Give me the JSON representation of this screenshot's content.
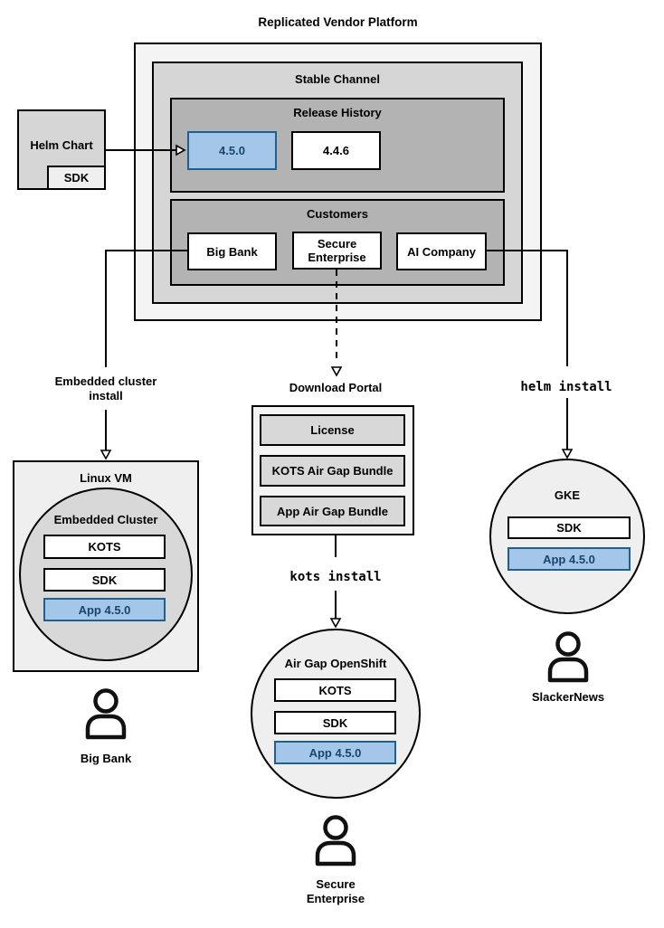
{
  "title": "Replicated Vendor Platform",
  "platform": {
    "stable_channel": {
      "label": "Stable Channel",
      "release_history": {
        "label": "Release History",
        "releases": [
          "4.5.0",
          "4.4.6"
        ]
      },
      "customers": {
        "label": "Customers",
        "items": [
          "Big Bank",
          "Secure Enterprise",
          "AI Company"
        ]
      }
    }
  },
  "helm_chart": {
    "label": "Helm Chart",
    "sdk": "SDK"
  },
  "installs": {
    "embedded": "Embedded cluster install",
    "kots": "kots install",
    "helm": "helm install"
  },
  "download_portal": {
    "label": "Download Portal",
    "items": [
      "License",
      "KOTS Air Gap Bundle",
      "App Air Gap Bundle"
    ]
  },
  "linux_vm": {
    "label": "Linux VM",
    "embedded_cluster": {
      "label": "Embedded Cluster",
      "kots": "KOTS",
      "sdk": "SDK",
      "app": "App 4.5.0"
    }
  },
  "air_gap_openshift": {
    "label": "Air Gap OpenShift",
    "kots": "KOTS",
    "sdk": "SDK",
    "app": "App 4.5.0"
  },
  "gke": {
    "label": "GKE",
    "sdk": "SDK",
    "app": "App 4.5.0"
  },
  "personas": {
    "big_bank": "Big Bank",
    "secure_enterprise": "Secure Enterprise",
    "slackernews": "SlackerNews"
  },
  "colors": {
    "blue_fill": "#A3C6E9",
    "blue_border": "#1F6091",
    "blue_text": "#17466F",
    "platform_fill": "#F4F4F4",
    "panel_fill": "#D6D6D6",
    "deep_fill": "#B3B3B3",
    "item_fill": "#D8D8D8",
    "surface_fill": "#EFEFEF",
    "line": "#000000"
  }
}
